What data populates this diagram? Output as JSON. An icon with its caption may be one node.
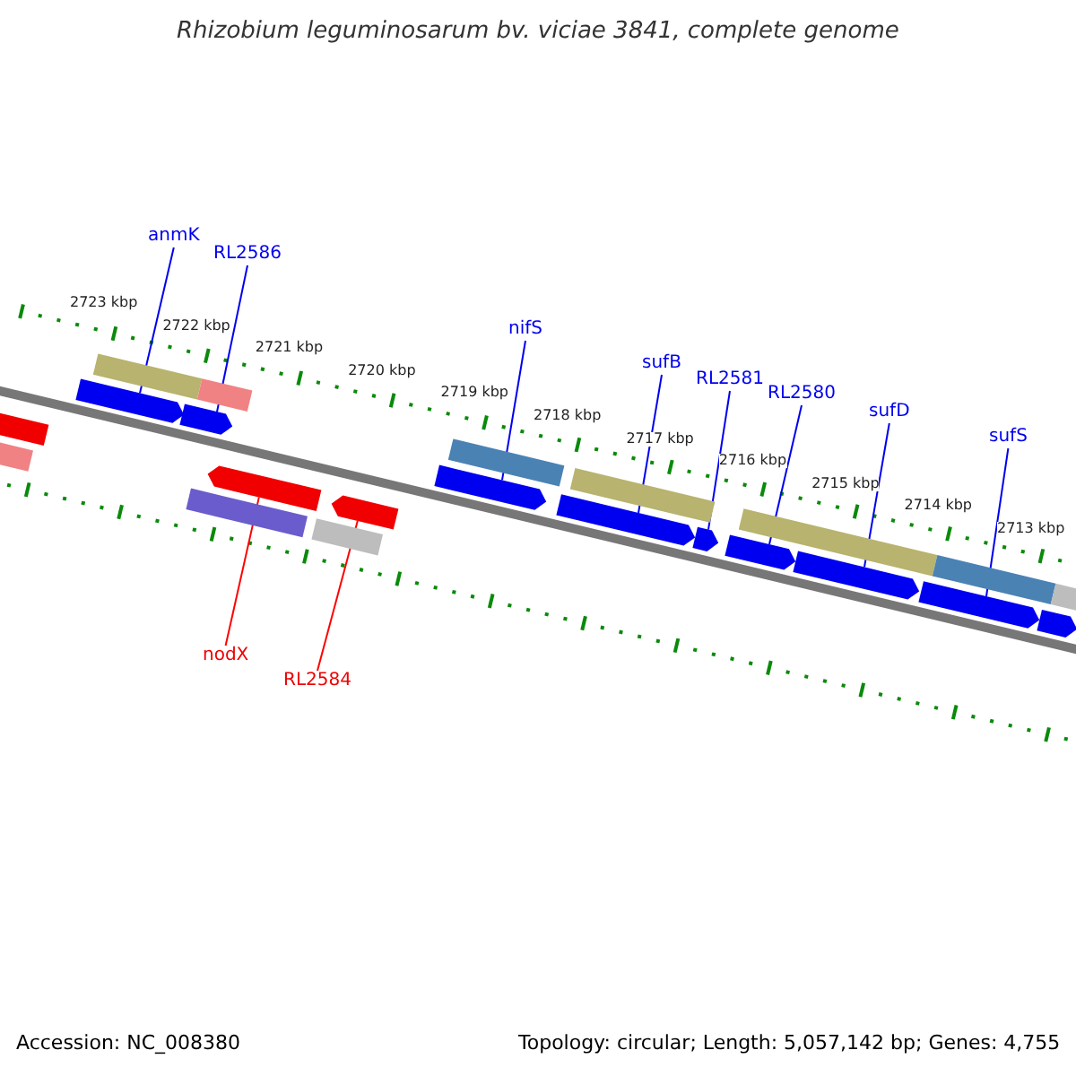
{
  "diagram": {
    "title": "Rhizobium leguminosarum bv. viciae 3841, complete genome",
    "nodes": [
      {
        "text": [
          "anmK"
        ]
      },
      {
        "text": [
          "RL2586"
        ]
      },
      {
        "text": [
          "nifS"
        ]
      },
      {
        "text": [
          "sufB"
        ]
      },
      {
        "text": [
          "RL2581"
        ]
      },
      {
        "text": [
          "RL2580"
        ]
      },
      {
        "text": [
          "sufD"
        ]
      },
      {
        "text": [
          "sufS"
        ]
      },
      {
        "text": [
          "nodX"
        ]
      },
      {
        "text": [
          "RL2584"
        ]
      },
      {
        "text": [],
        "shape": "arrow"
      },
      {
        "text": [],
        "shape": "bar"
      },
      {
        "text": [],
        "shape": "arrow"
      },
      {
        "text": [],
        "shape": "bar"
      },
      {
        "text": [],
        "shape": "arrow"
      },
      {
        "text": [],
        "shape": "bar"
      },
      {
        "text": [],
        "shape": "bar"
      },
      {
        "text": [],
        "shape": "arrow"
      },
      {
        "text": [],
        "shape": "bar"
      },
      {
        "text": [],
        "shape": "arrow"
      },
      {
        "text": [],
        "shape": "arrow"
      },
      {
        "text": [],
        "shape": "bar"
      },
      {
        "text": [],
        "shape": "arrow"
      },
      {
        "text": [],
        "shape": "bar"
      },
      {
        "text": [],
        "shape": "arrow"
      },
      {
        "text": [],
        "shape": "arrow"
      },
      {
        "text": [],
        "shape": "bar"
      },
      {
        "text": [],
        "shape": "arrow"
      },
      {
        "text": [],
        "shape": "arrow"
      },
      {
        "text": [],
        "shape": "bar"
      },
      {
        "text": [],
        "shape": "arrow"
      },
      {
        "text": [],
        "shape": "bar"
      }
    ],
    "edges": [
      {
        "from": 0,
        "to": 12,
        "arrow": "none"
      },
      {
        "from": 1,
        "to": 14,
        "arrow": "none"
      },
      {
        "from": 2,
        "to": 20,
        "arrow": "none"
      },
      {
        "from": 3,
        "to": 22,
        "arrow": "none"
      },
      {
        "from": 4,
        "to": 24,
        "arrow": "none"
      },
      {
        "from": 5,
        "to": 25,
        "arrow": "none"
      },
      {
        "from": 6,
        "to": 27,
        "arrow": "none"
      },
      {
        "from": 7,
        "to": 28,
        "arrow": "none"
      },
      {
        "from": 8,
        "to": 17,
        "arrow": "none",
        "color": "#ff0000"
      },
      {
        "from": 9,
        "to": 19,
        "arrow": "none",
        "color": "#ff0000"
      }
    ],
    "labels": [
      "2723 kbp",
      "2722 kbp",
      "2721 kbp",
      "2720 kbp",
      "2719 kbp",
      "2718 kbp",
      "2717 kbp",
      "2716 kbp",
      "2715 kbp",
      "2714 kbp",
      "2713 kbp",
      "Accession: NC_008380",
      "Topology: circular; Length: 5,057,142 bp; Genes: 4,755"
    ]
  }
}
